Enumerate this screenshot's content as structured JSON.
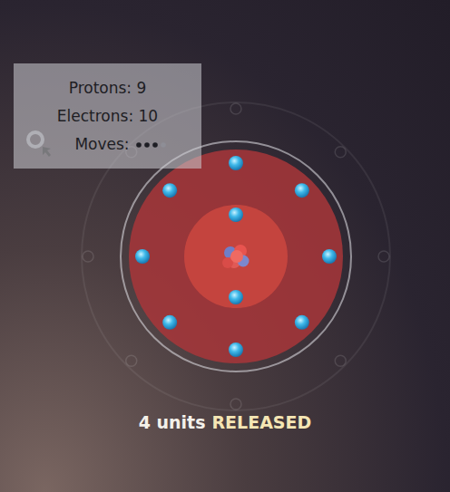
{
  "diagram": {
    "nodes": [
      {
        "text": [
          "Protons: 9",
          "Electrons: 10",
          "Moves:"
        ]
      }
    ],
    "labels": [
      "4 units",
      "RELEASED"
    ]
  }
}
